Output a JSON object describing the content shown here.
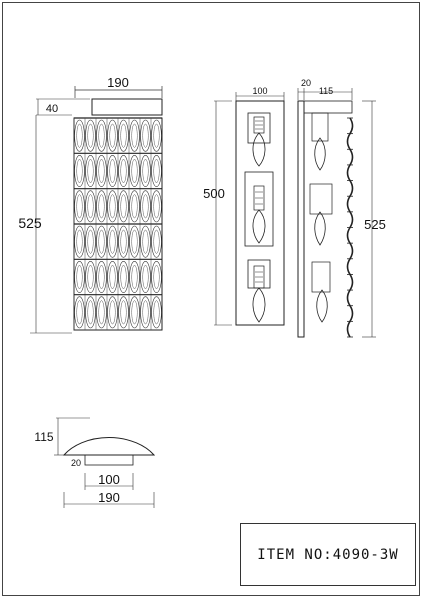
{
  "front_view": {
    "width_label": "190",
    "top_label": "40",
    "height_label": "525"
  },
  "backplate_view": {
    "width_label": "100",
    "height_label": "500"
  },
  "side_view": {
    "offset_label": "20",
    "depth_label": "115",
    "height_label": "525"
  },
  "top_view": {
    "depth_label": "115",
    "offset_label": "20",
    "inner_width_label": "100",
    "outer_width_label": "190"
  },
  "title_block": {
    "item_label": "ITEM NO:4090-3W"
  }
}
